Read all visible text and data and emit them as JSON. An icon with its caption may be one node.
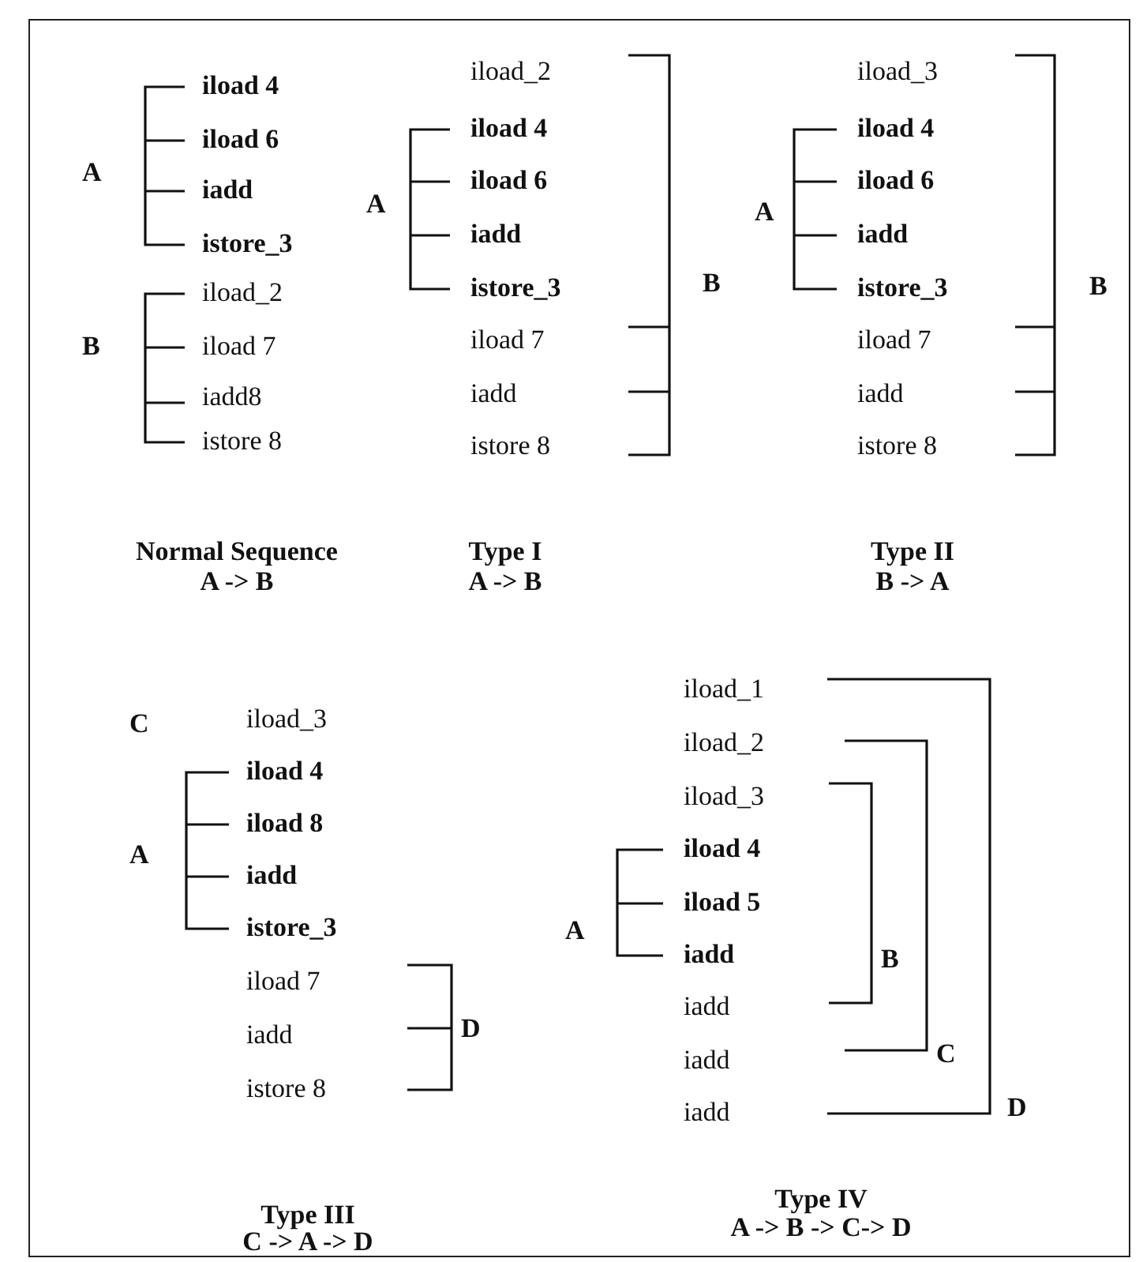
{
  "diagram": {
    "labels": [
      "iload 4",
      "iload 6",
      "A",
      "iadd",
      "istore_3",
      "iload_2",
      "B",
      "iload 7",
      "iadd8",
      "istore 8",
      "iload_2",
      "iload 4",
      "iload 6",
      "A",
      "iadd",
      "istore_3",
      "B",
      "iload 7",
      "iadd",
      "istore 8",
      "iload_3",
      "iload 4",
      "iload 6",
      "A",
      "iadd",
      "istore_3",
      "B",
      "iload 7",
      "iadd",
      "istore 8",
      "Normal Sequence",
      "A -> B",
      "Type I",
      "A -> B",
      "Type II",
      "B -> A",
      "C",
      "iload_3",
      "iload 4",
      "iload 8",
      "A",
      "iadd",
      "istore_3",
      "iload 7",
      "iadd",
      "D",
      "istore 8",
      "iload_1",
      "iload_2",
      "iload_3",
      "iload 4",
      "iload 5",
      "A",
      "iadd",
      "B",
      "iadd",
      "iadd",
      "C",
      "iadd",
      "D",
      "Type III",
      "C -> A -> D",
      "Type IV",
      "A -> B -> C-> D"
    ]
  }
}
